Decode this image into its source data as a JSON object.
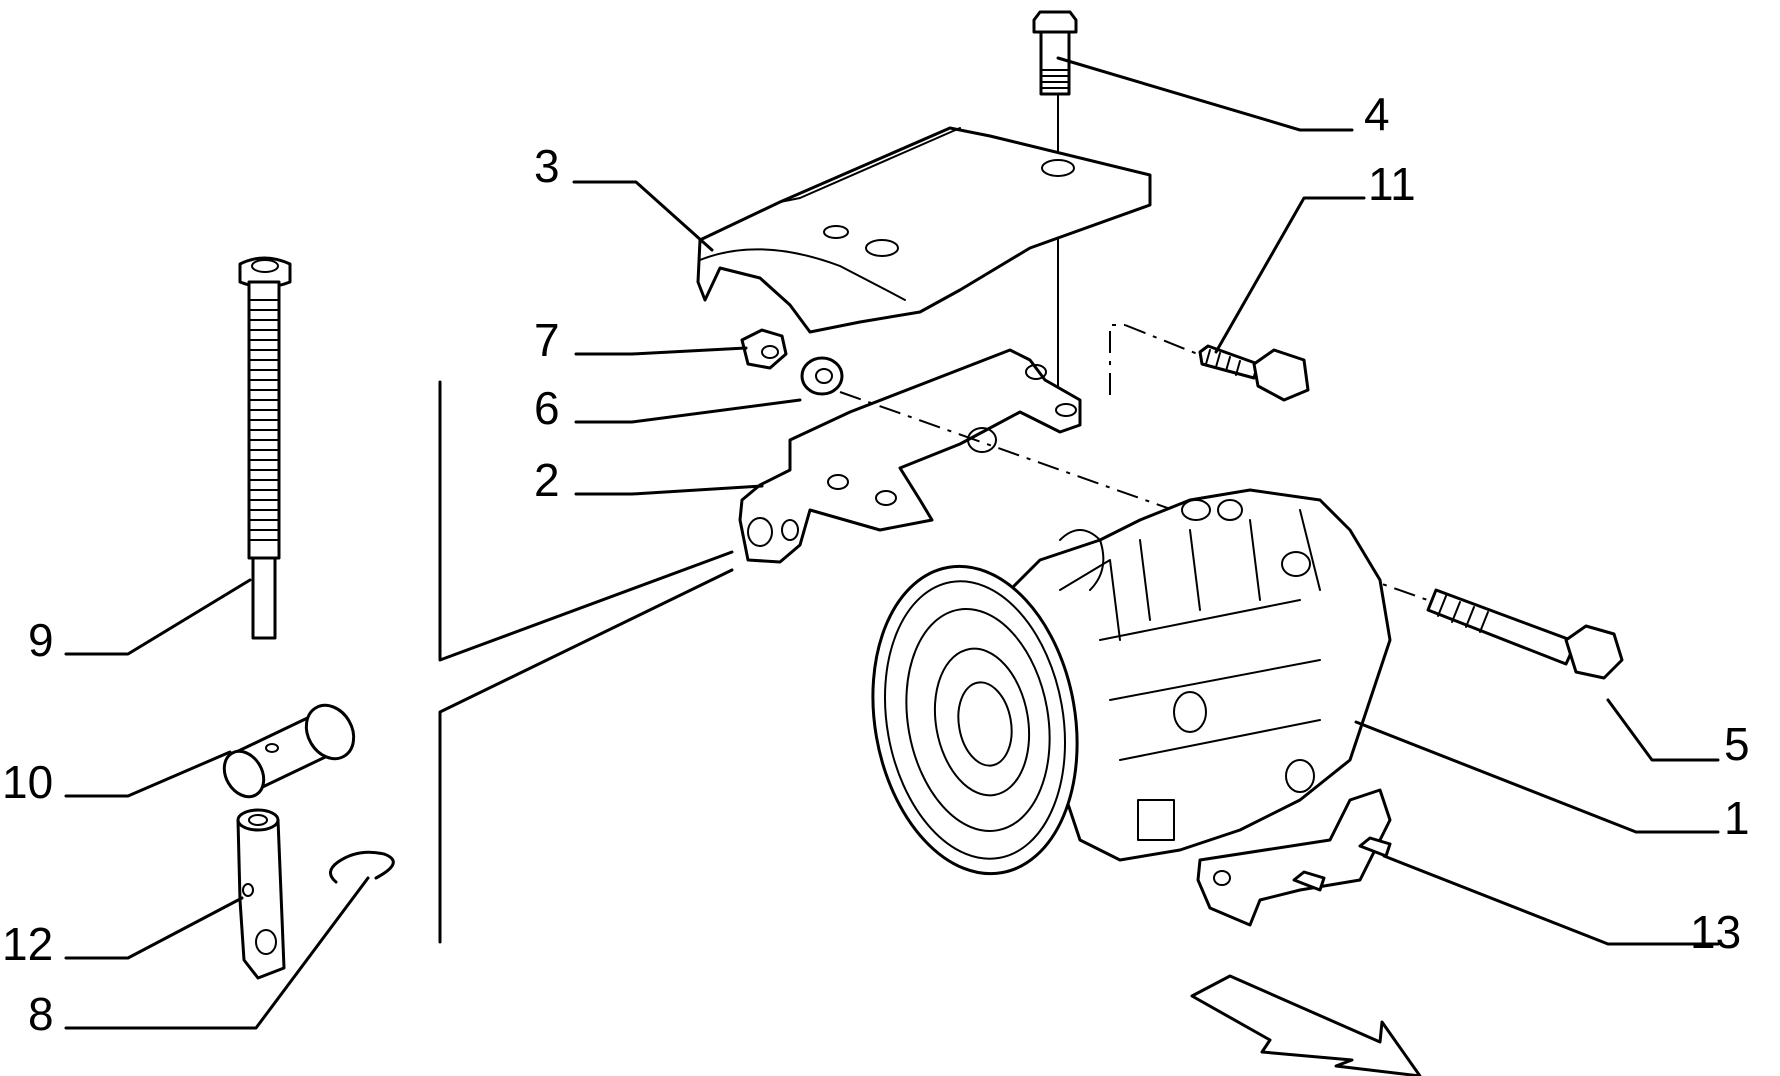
{
  "callouts": [
    {
      "id": "1",
      "text": "1"
    },
    {
      "id": "2",
      "text": "2"
    },
    {
      "id": "3",
      "text": "3"
    },
    {
      "id": "4",
      "text": "4"
    },
    {
      "id": "5",
      "text": "5"
    },
    {
      "id": "6",
      "text": "6"
    },
    {
      "id": "7",
      "text": "7"
    },
    {
      "id": "8",
      "text": "8"
    },
    {
      "id": "9",
      "text": "9"
    },
    {
      "id": "10",
      "text": "10"
    },
    {
      "id": "11",
      "text": "11"
    },
    {
      "id": "12",
      "text": "12"
    },
    {
      "id": "13",
      "text": "13"
    }
  ],
  "colors": {
    "line": "#000000",
    "background": "#ffffff"
  }
}
